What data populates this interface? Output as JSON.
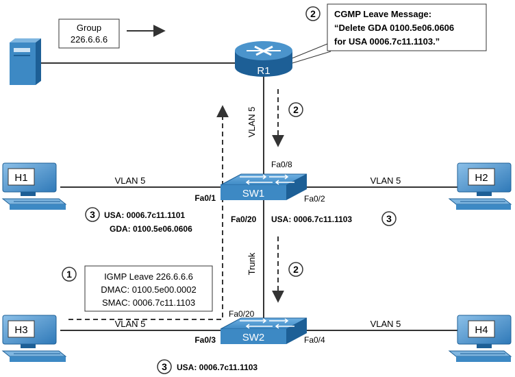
{
  "group_label": [
    "Group",
    "226.6.6.6"
  ],
  "cgmp": {
    "step": "2",
    "lines": [
      "CGMP Leave Message:",
      "“Delete GDA 0100.5e06.0606",
      "for USA 0006.7c11.1103.”"
    ]
  },
  "router": "R1",
  "switches": {
    "sw1": "SW1",
    "sw2": "SW2"
  },
  "hosts": {
    "h1": "H1",
    "h2": "H2",
    "h3": "H3",
    "h4": "H4"
  },
  "links": {
    "r1_sw1_vlan": "VLAN 5",
    "h1_vlan": "VLAN 5",
    "h2_vlan": "VLAN 5",
    "h3_vlan": "VLAN 5",
    "h4_vlan": "VLAN 5",
    "trunk": "Trunk"
  },
  "ports": {
    "sw1_up": "Fa0/8",
    "sw1_h1": "Fa0/1",
    "sw1_h2": "Fa0/2",
    "sw1_down": "Fa0/20",
    "sw2_up": "Fa0/20",
    "sw2_h3": "Fa0/3",
    "sw2_h4": "Fa0/4"
  },
  "step_markers": {
    "r1_sw1": "2",
    "sw1_sw2": "2"
  },
  "igmp": {
    "step": "1",
    "lines": [
      "IGMP Leave 226.6.6.6",
      "DMAC: 0100.5e00.0002",
      "SMAC: 0006.7c11.1103"
    ]
  },
  "sw1_left_entry": {
    "step": "3",
    "usa": "USA: 0006.7c11.1101",
    "gda": "GDA: 0100.5e06.0606"
  },
  "sw1_right_entry": {
    "step": "3",
    "usa": "USA: 0006.7c11.1103"
  },
  "sw2_entry": {
    "step": "3",
    "usa": "USA: 0006.7c11.1103"
  },
  "colors": {
    "device_blue": "#3d89c4",
    "device_dark": "#1d5f96",
    "device_light": "#7fb6e0",
    "line": "#333333"
  }
}
